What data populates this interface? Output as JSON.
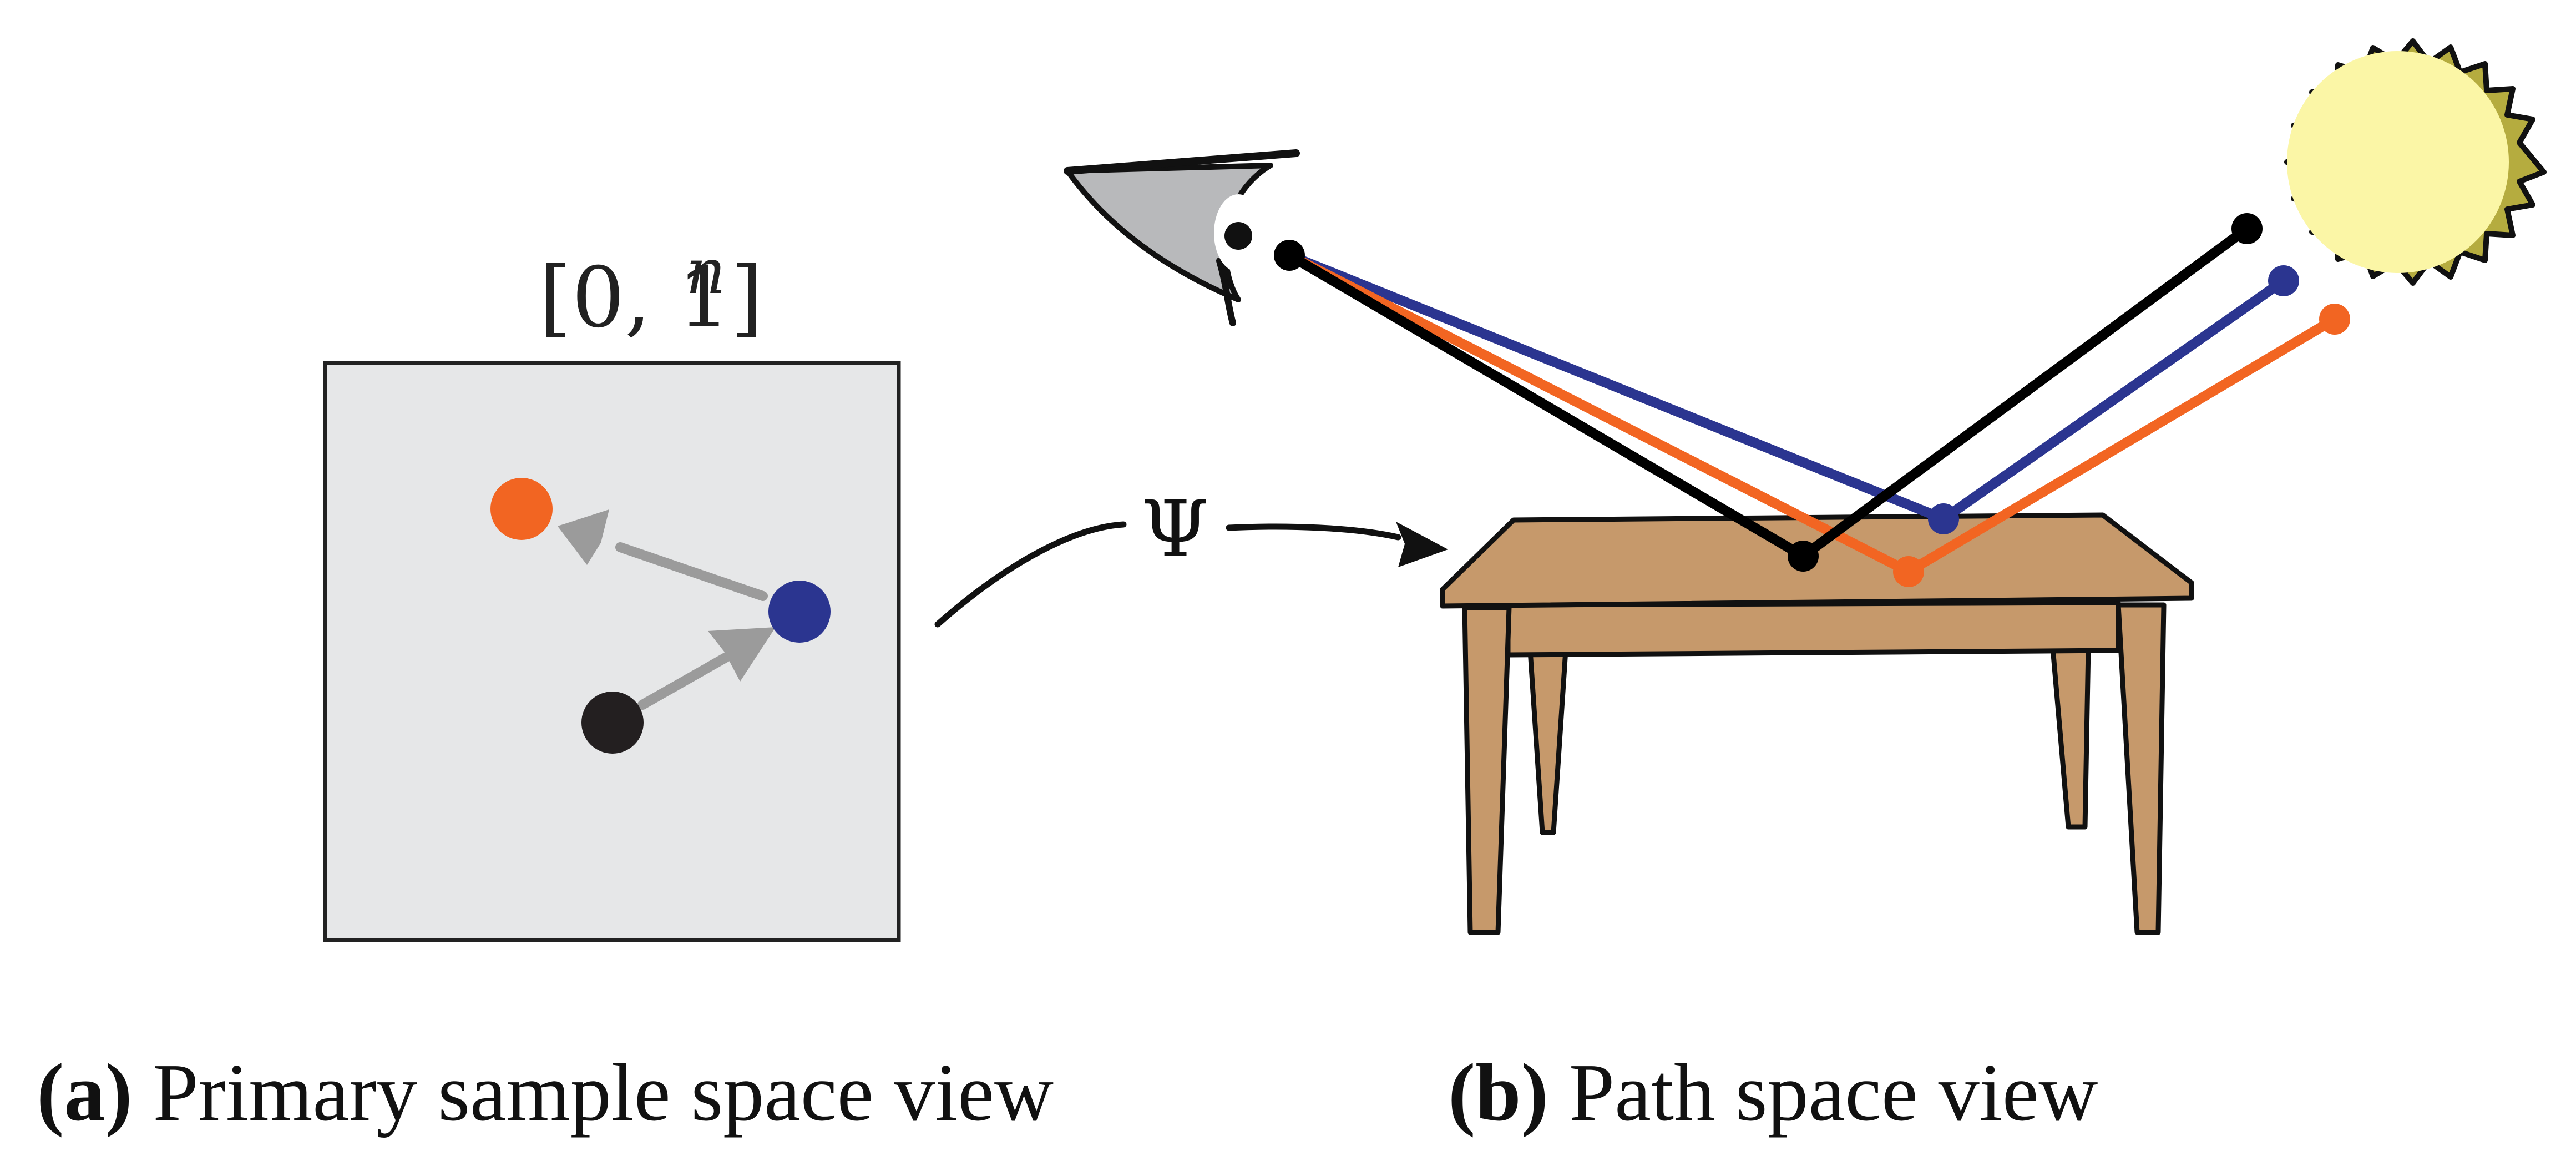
{
  "panel_a": {
    "space_label": "[0, 1]",
    "space_exponent": "n",
    "caption_tag": "(a)",
    "caption_text": " Primary sample space view"
  },
  "panel_b": {
    "caption_tag": "(b)",
    "caption_text": " Path space view"
  },
  "mapping_symbol": "Ψ",
  "colors": {
    "black_path": "#000000",
    "blue_path": "#2b3590",
    "orange_path": "#f26522",
    "arrow_gray": "#9b9b9b",
    "square_fill": "#e6e7e8",
    "table_wood": "#c6996b",
    "sun_ring": "#b5ac3f",
    "sun_core": "#fbf6a6",
    "eye_fill": "#b8b9bb"
  },
  "icons": [
    "eye-icon",
    "sun-icon",
    "table-icon"
  ]
}
